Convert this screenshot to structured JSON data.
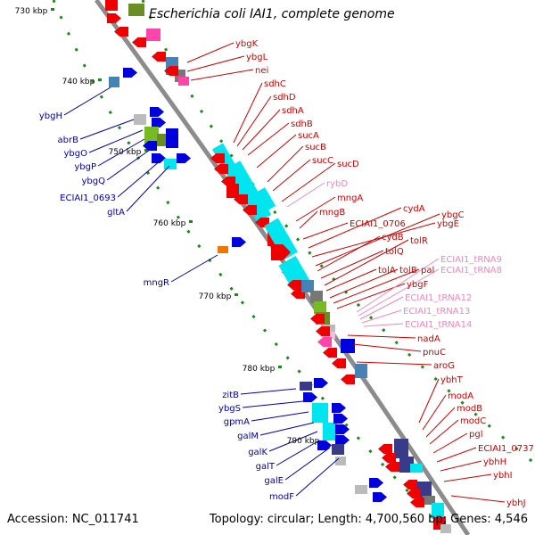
{
  "title": "Escherichia coli IAI1, complete genome",
  "footer": {
    "accession": "Accession: NC_011741",
    "meta": "Topology: circular; Length: 4,700,560 bp; Genes: 4,546"
  },
  "colors": {
    "backbone": "#8c8c8c",
    "tick": "#1a8a1a",
    "forward_label": "#0000aa",
    "reverse_label": "#cc0000",
    "rna_label": "#ee88bb",
    "red": "#ee0000",
    "blue": "#0000dd",
    "cyan": "#00e5ee",
    "steel": "#4682b4",
    "slate": "#3a3a8a",
    "green": "#77bb22",
    "olive": "#6b8e23",
    "gray": "#777777",
    "lightgray": "#bbbbbb",
    "pink": "#ff44aa",
    "orange": "#ee7700",
    "lightpink": "#ffbbdd"
  },
  "ticks": [
    "730 kbp",
    "740 kbp",
    "750 kbp",
    "760 kbp",
    "770 kbp",
    "780 kbp",
    "790 kbp"
  ],
  "left_genes": [
    "ybgH",
    "abrB",
    "ybgO",
    "ybgP",
    "ybgQ",
    "ECIAI1_0693",
    "gltA",
    "mngR",
    "zitB",
    "ybgS",
    "gpmA",
    "galM",
    "galK",
    "galT",
    "galE",
    "modF"
  ],
  "right_genes": [
    "ybgK",
    "ybgL",
    "nei",
    "sdhC",
    "sdhD",
    "sdhA",
    "sdhB",
    "sucA",
    "sucB",
    "sucC",
    "sucD",
    "mngA",
    "mngB",
    "ECIAI1_0706",
    "cydA",
    "ybgE",
    "ybgC",
    "cydB",
    "tolQ",
    "tolR",
    "tolA",
    "tolB",
    "pal",
    "ybgF",
    "nadA",
    "pnuC",
    "aroG",
    "ybhT",
    "modA",
    "modB",
    "modC",
    "pgl",
    "ECIAI1_0737",
    "ybhH",
    "ybhI",
    "ybhJ"
  ],
  "rna_genes": [
    "rybD",
    "ECIAI1_tRNA9",
    "ECIAI1_tRNA8",
    "ECIAI1_tRNA12",
    "ECIAI1_tRNA13",
    "ECIAI1_tRNA14"
  ]
}
